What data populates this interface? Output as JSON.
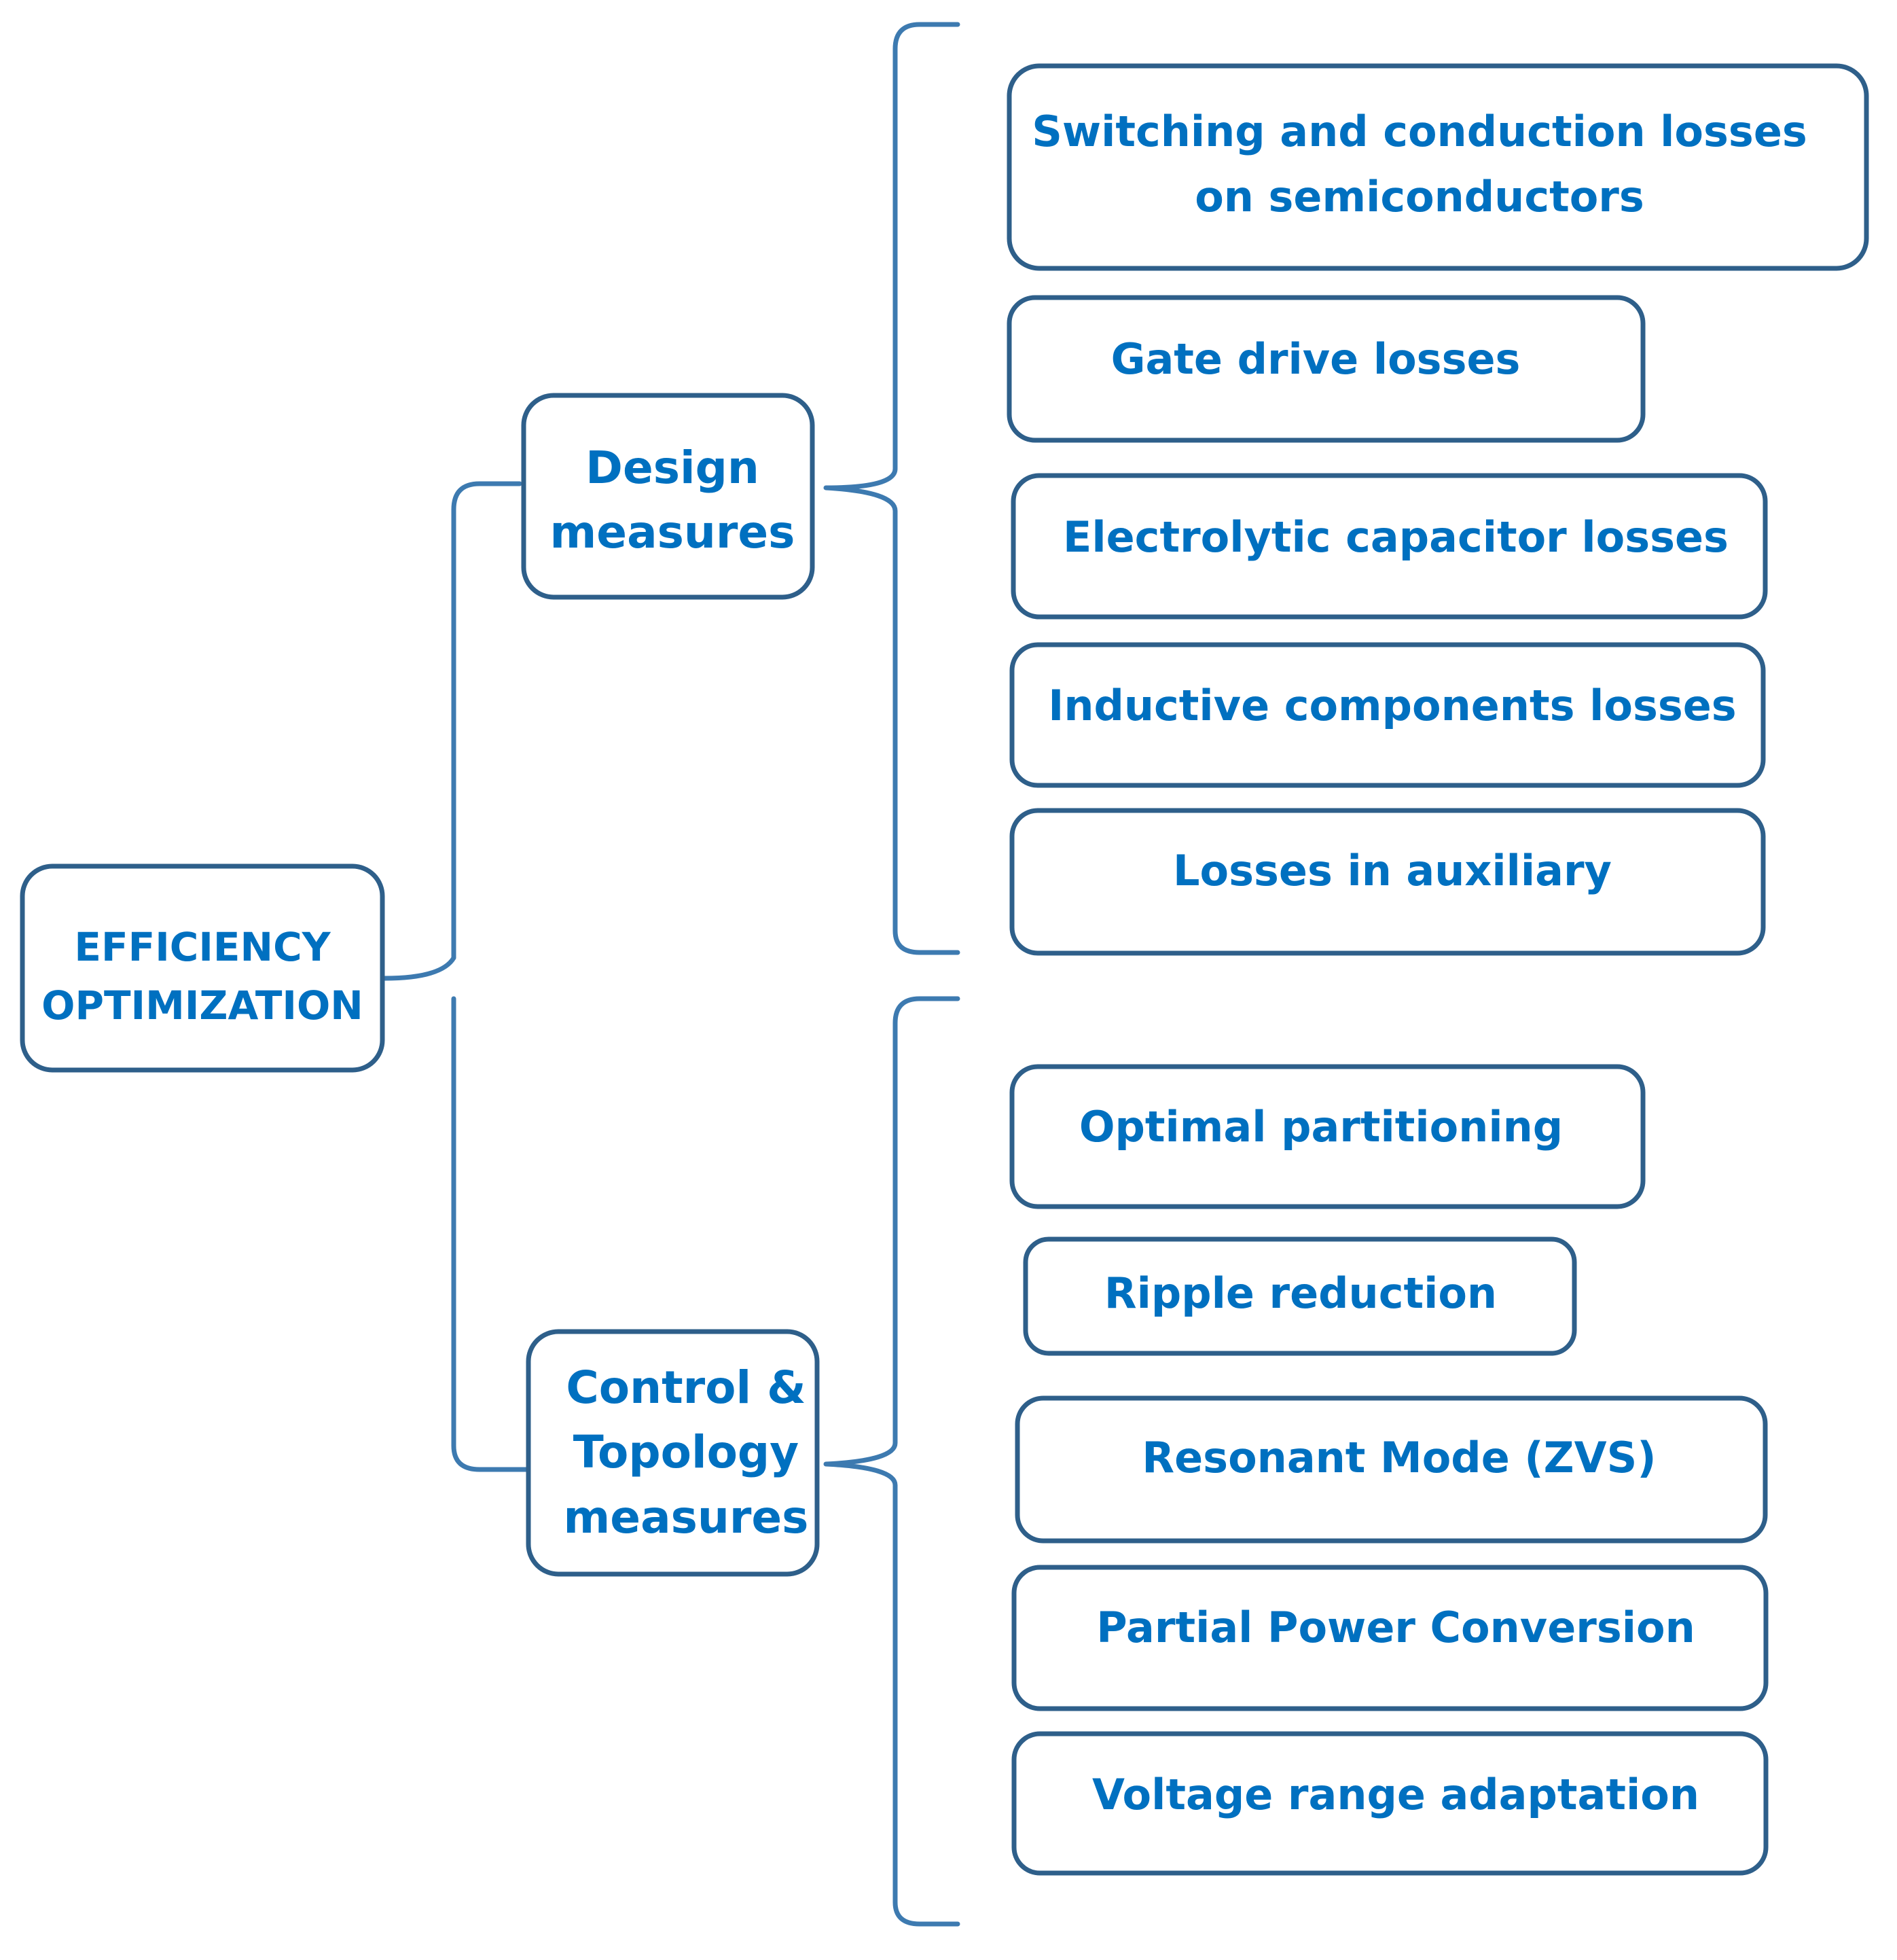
{
  "root": {
    "lines": [
      "EFFICIENCY",
      "OPTIMIZATION"
    ]
  },
  "categories": [
    {
      "id": "design",
      "lines": [
        "Design",
        "measures"
      ],
      "items": [
        {
          "lines": [
            "Switching  and conduction losses",
            "on semiconductors"
          ]
        },
        {
          "lines": [
            "Gate drive losses"
          ]
        },
        {
          "lines": [
            "Electrolytic capacitor losses"
          ]
        },
        {
          "lines": [
            "Inductive components losses"
          ]
        },
        {
          "lines": [
            "Losses in auxiliary"
          ]
        }
      ]
    },
    {
      "id": "control",
      "lines": [
        "Control &",
        "Topology",
        "measures"
      ],
      "items": [
        {
          "lines": [
            "Optimal partitioning"
          ]
        },
        {
          "lines": [
            "Ripple  reduction"
          ]
        },
        {
          "lines": [
            "Resonant Mode (ZVS)"
          ]
        },
        {
          "lines": [
            "Partial Power Conversion"
          ]
        },
        {
          "lines": [
            "Voltage range adaptation"
          ]
        }
      ]
    }
  ]
}
